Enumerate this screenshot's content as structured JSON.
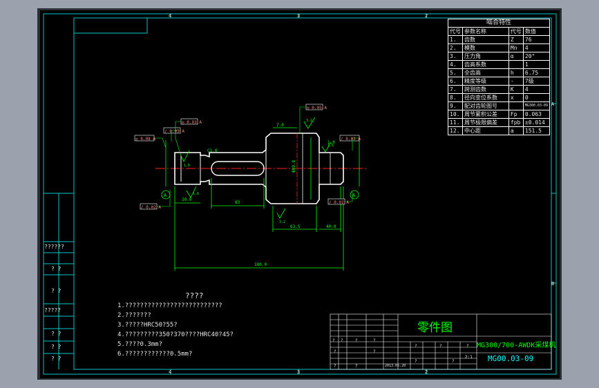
{
  "colors": {
    "background": "#000000",
    "border": "#00c8c8",
    "part_line": "#ffffff",
    "dimension": "#00ff00",
    "center_line": "#ff2020",
    "symbol": "#ff8080",
    "title_text": "#00ff00",
    "drawing_number": "#00ffff"
  },
  "zone_labels": {
    "top": [
      "4",
      "3",
      "2"
    ],
    "bottom": [
      "4",
      "3",
      "2"
    ],
    "right": [
      "A",
      "B"
    ]
  },
  "notes": {
    "title": "????",
    "items": [
      "1.??????????????????????????",
      "2.???????",
      "3.?????HRC50?55?",
      "4.?????????350?370????HRC40?45?",
      "5.????0.3mm?",
      "6.????????????0.5mm?"
    ]
  },
  "param_table": {
    "caption": "啮合特性",
    "headers": [
      "代号",
      "参数名称",
      "代号",
      "数值"
    ],
    "rows": [
      [
        "1.",
        "齿数",
        "Z",
        "76"
      ],
      [
        "2.",
        "模数",
        "Mn",
        "4"
      ],
      [
        "3.",
        "压力角",
        "α",
        "20°"
      ],
      [
        "4.",
        "齿高系数",
        "",
        "1"
      ],
      [
        "5.",
        "全齿高",
        "h",
        "6.75"
      ],
      [
        "6.",
        "精度等级",
        "-",
        "7级"
      ],
      [
        "7.",
        "跨测齿数",
        "K",
        "4"
      ],
      [
        "8.",
        "径向变位系数",
        "x",
        "0"
      ],
      [
        "9.",
        "配对齿轮图号",
        "",
        "MG300.03-09"
      ],
      [
        "10.",
        "周节累积公差",
        "Fp",
        "0.063"
      ],
      [
        "11.",
        "周节极限偏差",
        "fpb",
        "±0.014"
      ],
      [
        "12.",
        "中心距",
        "a",
        "151.5"
      ]
    ]
  },
  "title_block": {
    "part_title": "零件图",
    "machine_name": "MG300/700-AWDK采煤机",
    "drawing_number": "MG00.03-09",
    "date": "2013.05.20",
    "scale_label": "2:1",
    "placeholder": "?"
  },
  "side_table": [
    "??????",
    "? ?",
    "? ?",
    "?????",
    "? ?",
    "? ?",
    "? ?"
  ],
  "dimensions": {
    "total_length": "180.0",
    "length_center": "83",
    "length_right_1": "63.5",
    "length_right_2": "40.0",
    "length_left": "20.0",
    "diameter_center": "Φ89.8",
    "width_right": "1.0",
    "keyway": "7.0",
    "chamfer": "C1.0"
  },
  "tolerance_frames": [
    {
      "symbol": "◎",
      "value": "0.03",
      "datum": "A"
    },
    {
      "symbol": "/",
      "value": "0.03",
      "datum": "A"
    },
    {
      "symbol": "◎",
      "value": "0.08",
      "datum": "A"
    },
    {
      "symbol": "/",
      "value": "0.03",
      "datum": "A"
    },
    {
      "symbol": "◎",
      "value": "0.05",
      "datum": "A"
    },
    {
      "symbol": "/",
      "value": "0.02",
      "datum": "A"
    },
    {
      "symbol": "/",
      "value": "0.02",
      "datum": "A"
    }
  ],
  "roughness": [
    "1.6",
    "3.2",
    "1.6",
    "3.2",
    "1.6"
  ],
  "datum_label": "A"
}
